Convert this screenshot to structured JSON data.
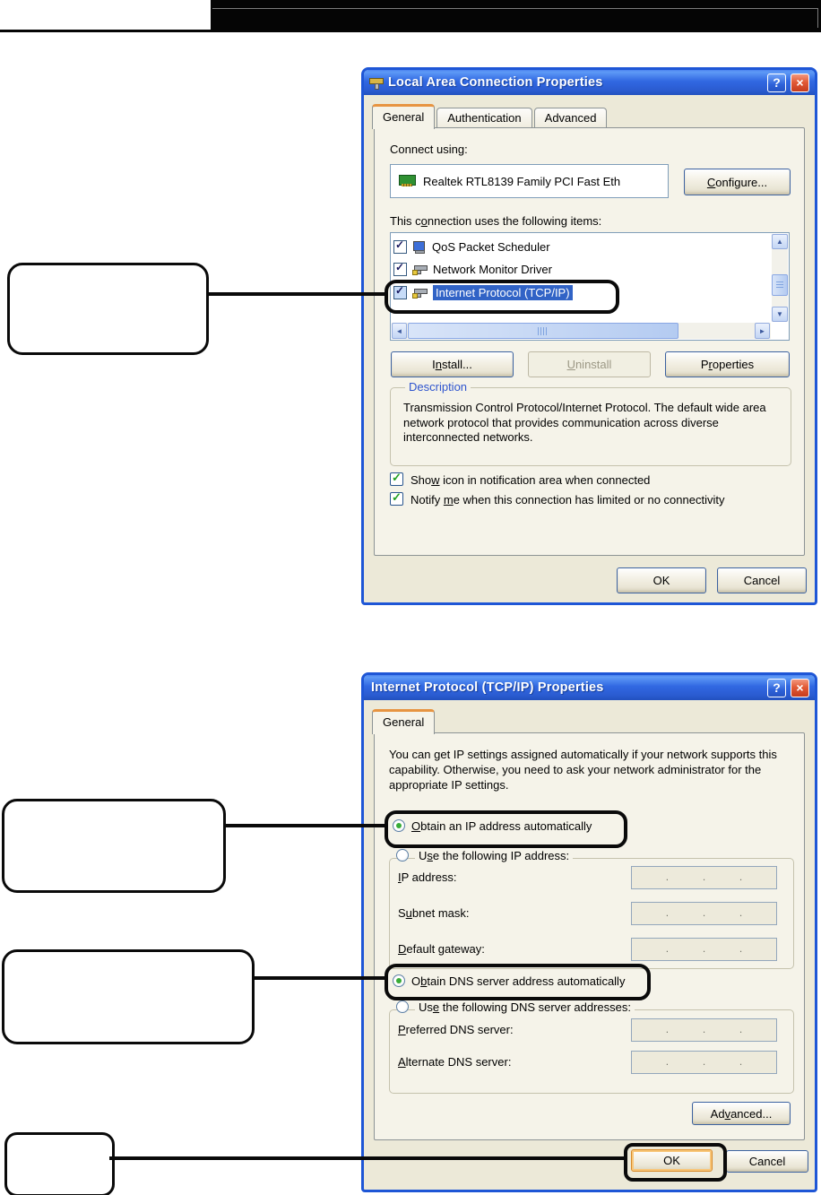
{
  "icons": {
    "help": "?",
    "close": "×",
    "check": "✓",
    "scroll_up": "▲",
    "scroll_down": "▼",
    "scroll_left": "◄",
    "scroll_right": "►"
  },
  "colors": {
    "titlebar_blue": "#3168E2",
    "dialog_border": "#1E56D6",
    "selection_blue": "#3163C6",
    "annotation_black": "#0A0A0A",
    "groupbox_caption_blue": "#2F55CE",
    "focus_orange": "#D88A28",
    "tab_accent_orange": "#E79441",
    "check_green": "#23A123"
  },
  "dialog1": {
    "title": "Local Area Connection Properties",
    "tabs": [
      {
        "label": "General"
      },
      {
        "label": "Authentication"
      },
      {
        "label": "Advanced"
      }
    ],
    "connect_using_label": "Connect using:",
    "adapter_name": "Realtek RTL8139 Family PCI Fast Eth",
    "configure_button": {
      "text": "Configure...",
      "accel": 0
    },
    "items_label": {
      "text": "This connection uses the following items:",
      "accel": 6
    },
    "items": [
      {
        "label": "QoS Packet Scheduler",
        "checked": true,
        "icon": "computer"
      },
      {
        "label": "Network Monitor Driver",
        "checked": true,
        "icon": "plug"
      },
      {
        "label": "Internet Protocol (TCP/IP)",
        "checked": true,
        "icon": "plug",
        "selected": true
      }
    ],
    "install_button": {
      "text": "Install...",
      "accel": 1
    },
    "uninstall_button": {
      "text": "Uninstall",
      "accel": 0
    },
    "properties_button": {
      "text": "Properties",
      "accel": 1
    },
    "description_caption": "Description",
    "description_text": "Transmission Control Protocol/Internet Protocol. The default wide area network protocol that provides communication across diverse interconnected networks.",
    "show_icon_checkbox": {
      "text": "Show icon in notification area when connected",
      "accel": 3
    },
    "notify_checkbox": {
      "text": "Notify me when this connection has limited or no connectivity",
      "accel": 7
    },
    "ok_button": "OK",
    "cancel_button": "Cancel"
  },
  "dialog2": {
    "title": "Internet Protocol (TCP/IP) Properties",
    "tab": "General",
    "intro": "You can get IP settings assigned automatically if your network supports this capability. Otherwise, you need to ask your network administrator for the appropriate IP settings.",
    "obtain_ip_radio": {
      "text": "Obtain an IP address automatically",
      "accel": 0
    },
    "use_ip_radio": {
      "text": "Use the following IP address:",
      "accel": 1
    },
    "ip_address_label": {
      "text": "IP address:",
      "accel": 0
    },
    "subnet_mask_label": {
      "text": "Subnet mask:",
      "accel": 1
    },
    "default_gateway_label": {
      "text": "Default gateway:",
      "accel": 0
    },
    "obtain_dns_radio": {
      "text": "Obtain DNS server address automatically",
      "accel": 1
    },
    "use_dns_radio": {
      "text": "Use the following DNS server addresses:",
      "accel": 2
    },
    "preferred_dns_label": {
      "text": "Preferred DNS server:",
      "accel": 0
    },
    "alternate_dns_label": {
      "text": "Alternate DNS server:",
      "accel": 0
    },
    "advanced_button": {
      "text": "Advanced...",
      "accel": 2
    },
    "ok_button": "OK",
    "cancel_button": "Cancel"
  }
}
